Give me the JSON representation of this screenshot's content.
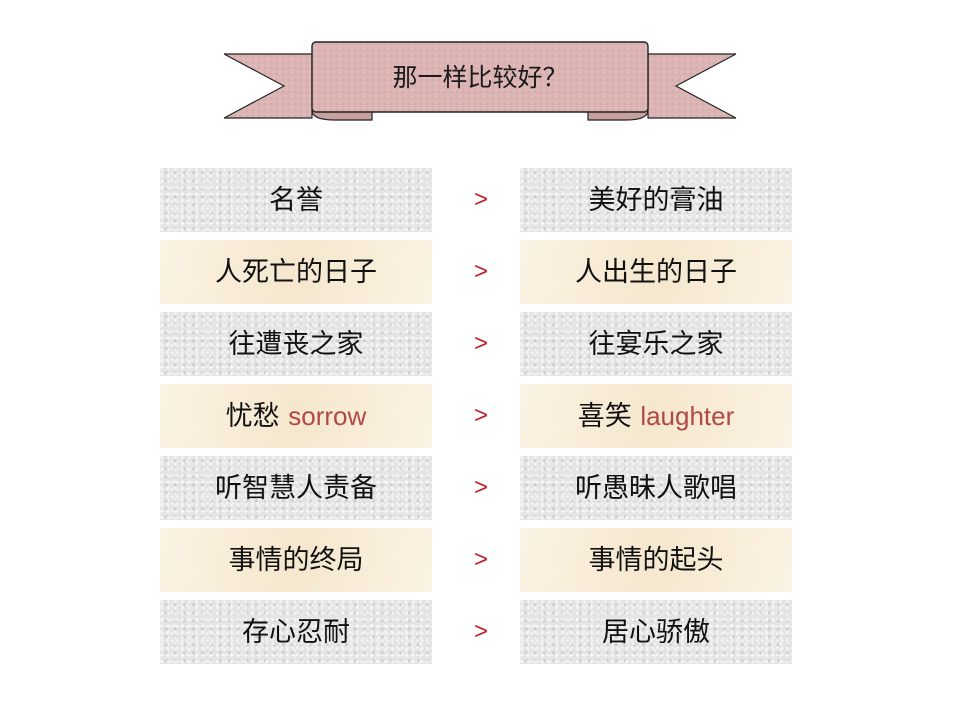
{
  "title": "那一样比较好？",
  "comparator": ">",
  "colors": {
    "banner_fill": "#dcb4b4",
    "banner_stroke": "#222222",
    "arrow": "#c0202a",
    "english_text": "#b04848",
    "gray_box": "#e4e4e4",
    "cream_box": "#f8ecd4"
  },
  "rows": [
    {
      "left": "名誉",
      "left_en": "",
      "right": "美好的膏油",
      "right_en": "",
      "style": "gray"
    },
    {
      "left": "人死亡的日子",
      "left_en": "",
      "right": "人出生的日子",
      "right_en": "",
      "style": "cream"
    },
    {
      "left": "往遭丧之家",
      "left_en": "",
      "right": "往宴乐之家",
      "right_en": "",
      "style": "gray"
    },
    {
      "left": "忧愁 ",
      "left_en": "sorrow",
      "right": "喜笑 ",
      "right_en": "laughter",
      "style": "cream"
    },
    {
      "left": "听智慧人责备",
      "left_en": "",
      "right": "听愚昧人歌唱",
      "right_en": "",
      "style": "gray"
    },
    {
      "left": "事情的终局",
      "left_en": "",
      "right": "事情的起头",
      "right_en": "",
      "style": "cream"
    },
    {
      "left": "存心忍耐",
      "left_en": "",
      "right": "居心骄傲",
      "right_en": "",
      "style": "gray"
    }
  ]
}
